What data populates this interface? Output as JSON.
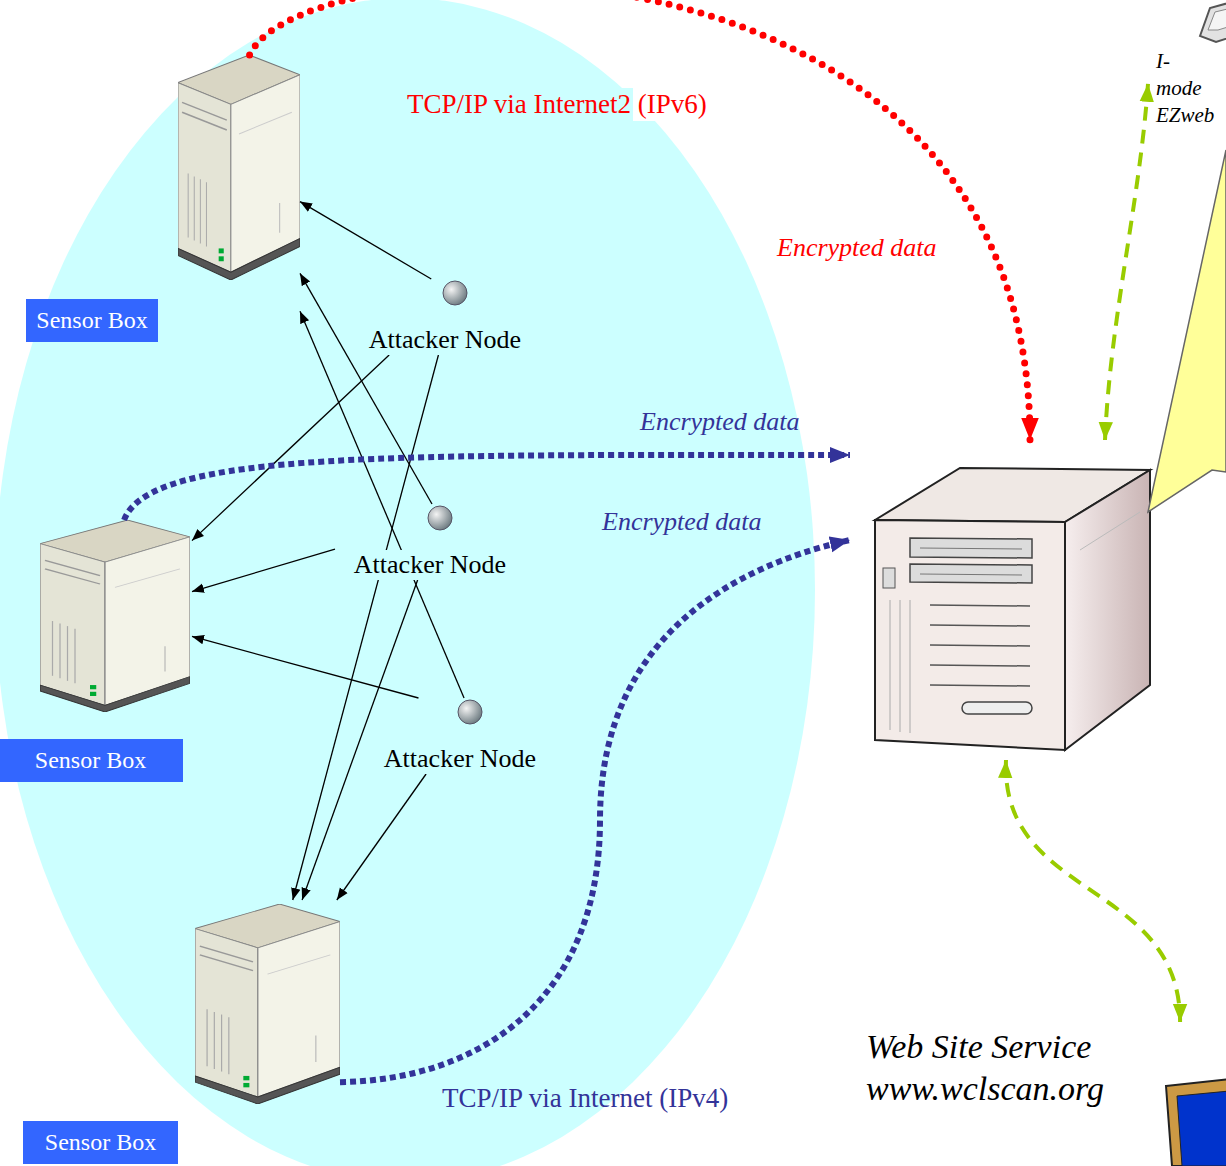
{
  "diagram": {
    "nodes": [
      {
        "text": [
          "Sensor Box"
        ]
      },
      {
        "text": [
          "Sensor Box"
        ]
      },
      {
        "text": [
          "Sensor Box"
        ]
      },
      {
        "text": [
          "Attacker Node"
        ]
      },
      {
        "text": [
          "Attacker Node"
        ]
      },
      {
        "text": [
          "Attacker Node"
        ]
      },
      {
        "text": [
          "I-mode EZweb"
        ]
      },
      {
        "text": []
      },
      {
        "text": [
          "Web Site Service www.wclscan.org"
        ]
      }
    ],
    "edges": [
      {
        "from": 3,
        "to": 0,
        "arrow": "to"
      },
      {
        "from": 3,
        "to": 1,
        "arrow": "to"
      },
      {
        "from": 3,
        "to": 2,
        "arrow": "to"
      },
      {
        "from": 4,
        "to": 0,
        "arrow": "to"
      },
      {
        "from": 4,
        "to": 1,
        "arrow": "to"
      },
      {
        "from": 4,
        "to": 2,
        "arrow": "to"
      },
      {
        "from": 5,
        "to": 0,
        "arrow": "to"
      },
      {
        "from": 5,
        "to": 1,
        "arrow": "to"
      },
      {
        "from": 5,
        "to": 2,
        "arrow": "to"
      },
      {
        "from": 0,
        "to": 7,
        "label": "TCP/IP via Internet2 (IPv6)",
        "arrow": "to"
      },
      {
        "from": 1,
        "to": 7,
        "arrow": "to"
      },
      {
        "from": 2,
        "to": 7,
        "label": "TCP/IP via Internet (IPv4)",
        "arrow": "to"
      },
      {
        "from": 6,
        "to": 7,
        "arrow": "both"
      },
      {
        "from": 7,
        "to": 8,
        "arrow": "both"
      }
    ],
    "labels": [
      "Encrypted data",
      "Encrypted data",
      "Encrypted data"
    ]
  }
}
